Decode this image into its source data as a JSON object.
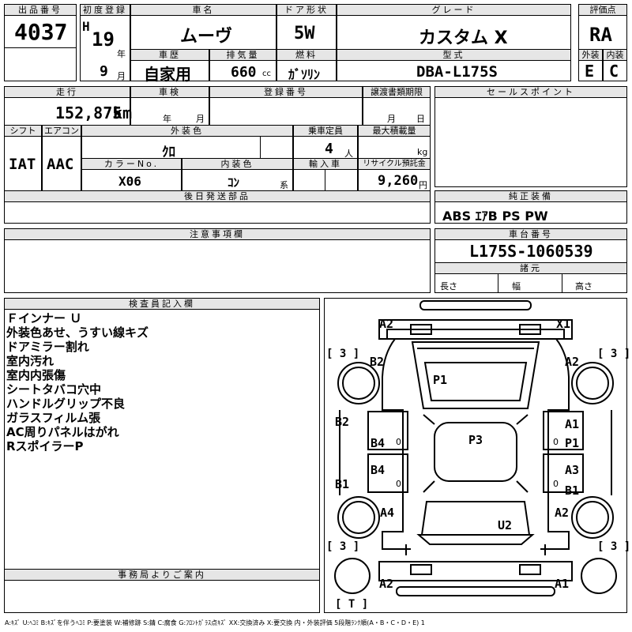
{
  "lot": {
    "label": "出品番号",
    "value": "4037"
  },
  "first_reg": {
    "label": "初度登録",
    "era": "H",
    "year": "19",
    "year_unit": "年",
    "month": "9",
    "month_unit": "月"
  },
  "car_name": {
    "label": "車名",
    "value": "ムーヴ"
  },
  "door": {
    "label": "ドア形状",
    "value": "5W"
  },
  "grade": {
    "label": "グレード",
    "value": "カスタム X"
  },
  "score": {
    "label": "評価点",
    "value": "RA",
    "exterior_label": "外装",
    "exterior": "E",
    "interior_label": "内装",
    "interior": "C"
  },
  "history": {
    "label": "車歴",
    "value": "自家用"
  },
  "displacement": {
    "label": "排気量",
    "value": "660",
    "unit": "cc"
  },
  "fuel": {
    "label": "燃料",
    "value": "ｶﾞｿﾘﾝ"
  },
  "model": {
    "label": "型式",
    "value": "DBA-L175S"
  },
  "mileage": {
    "label": "走行",
    "value": "152,875",
    "unit": "km"
  },
  "inspection": {
    "label": "車検",
    "year_unit": "年",
    "month_unit": "月"
  },
  "reg_no": {
    "label": "登録番号"
  },
  "transfer": {
    "label": "譲渡書類期限",
    "month_unit": "月",
    "day_unit": "日"
  },
  "sales_point": {
    "label": "セールスポイント"
  },
  "shift": {
    "label": "シフト",
    "value": "IAT"
  },
  "aircon": {
    "label": "エアコン",
    "value": "AAC"
  },
  "ext_color": {
    "label": "外装色",
    "value": "ｸﾛ"
  },
  "capacity": {
    "label": "乗車定員",
    "value": "4",
    "unit": "人"
  },
  "max_load": {
    "label": "最大積載量",
    "unit": "kg"
  },
  "color_no": {
    "label": "カラーNo.",
    "value": "X06"
  },
  "int_color": {
    "label": "内装色",
    "value": "ｺﾝ",
    "unit": "系"
  },
  "import": {
    "label": "輸入車"
  },
  "recycle": {
    "label": "リサイクル預託金",
    "value": "9,260",
    "unit": "円"
  },
  "later_parts": {
    "label": "後日発送部品"
  },
  "equipment": {
    "label": "純正装備",
    "value": "ABS ｴｱB PS PW"
  },
  "notes": {
    "label": "注意事項欄"
  },
  "chassis": {
    "label": "車台番号",
    "value": "L175S-1060539"
  },
  "specs": {
    "label": "諸元",
    "length": "長さ",
    "width": "幅",
    "height": "高さ"
  },
  "inspector": {
    "label": "検査員記入欄",
    "lines": [
      "Ｆインナー Ｕ",
      "外装色あせ、うすい線キズ",
      "ドアミラー割れ",
      "室内汚れ",
      "室内内張傷",
      "シートタバコ穴中",
      "ハンドルグリップ不良",
      "ガラスフィルム張",
      "AC周りパネルはがれ",
      "RスポイラーP"
    ]
  },
  "office": {
    "label": "事務局よりご案内"
  },
  "diagram": {
    "marks": {
      "front_left": "A2",
      "front_right": "X1",
      "fender_left": "B2",
      "fender_right": "A2",
      "roof_front": "P1",
      "roof": "P3",
      "left_door_upper": "B2",
      "left_door_front": "B4",
      "left_door_rear": "B4",
      "left_sill": "B1",
      "right_door_front": "A1",
      "right_door_front2": "P1",
      "right_door_rear": "A3",
      "right_door_rear2": "B1",
      "rear_left_q": "A4",
      "rear_right_q": "A2",
      "rear_hatch": "U2",
      "rear_left": "A2",
      "rear_right": "A1",
      "zero1": "0",
      "zero2": "0",
      "zero3": "0",
      "zero4": "0"
    },
    "tires": {
      "fl": "[ 3 ]",
      "fr": "[ 3 ]",
      "rl": "[ 3 ]",
      "rr": "[ 3 ]",
      "spare": "[ T ]"
    }
  },
  "legend": "A:ｷｽﾞ U:ﾍｺﾐ B:ｷｽﾞを伴うﾍｺﾐ P:要塗装 W:補修跡 S:錆 C:腐食 G:ﾌﾛﾝﾄｶﾞﾗｽ点ｷｽﾞ XX:交換済み X:要交換 内・外装評価 5段階ﾗﾝｸ順(A・B・C・D・E) 1"
}
